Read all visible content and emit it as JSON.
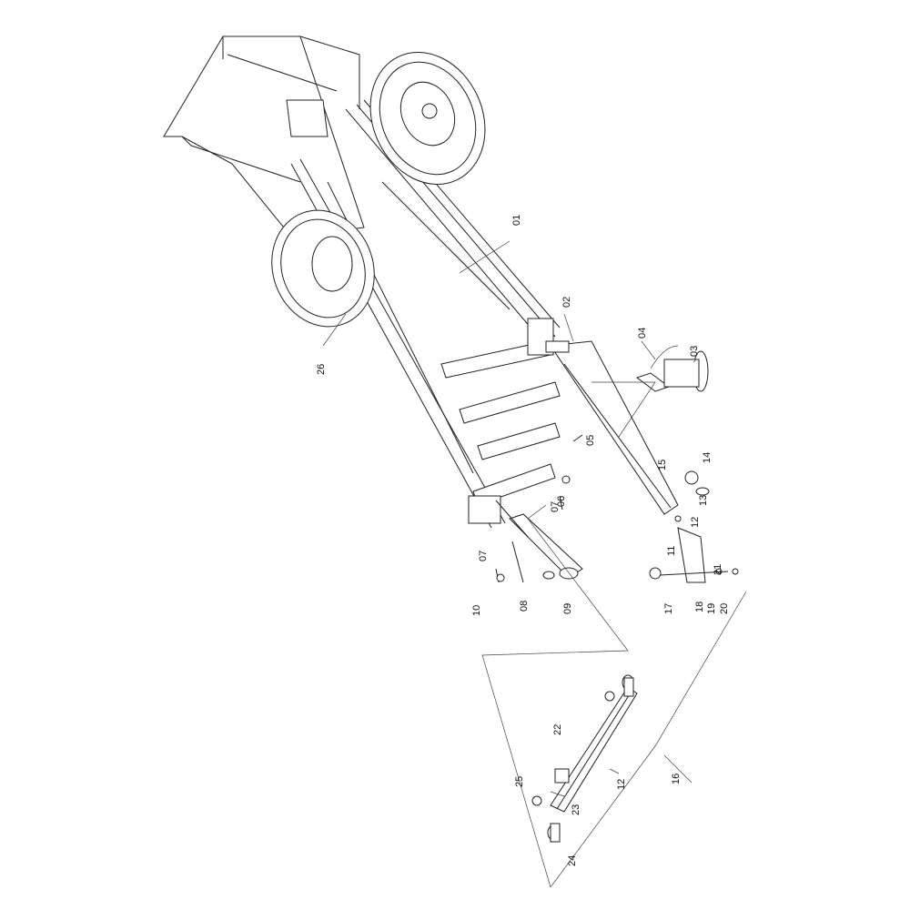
{
  "diagram": {
    "type": "exploded-parts-diagram",
    "callouts": [
      {
        "id": "01",
        "label": "01"
      },
      {
        "id": "02",
        "label": "02"
      },
      {
        "id": "03",
        "label": "03"
      },
      {
        "id": "04",
        "label": "04"
      },
      {
        "id": "05",
        "label": "05"
      },
      {
        "id": "06",
        "label": "06"
      },
      {
        "id": "07a",
        "label": "07"
      },
      {
        "id": "07b",
        "label": "07"
      },
      {
        "id": "08",
        "label": "08"
      },
      {
        "id": "09",
        "label": "09"
      },
      {
        "id": "10",
        "label": "10"
      },
      {
        "id": "11",
        "label": "11"
      },
      {
        "id": "12a",
        "label": "12"
      },
      {
        "id": "12b",
        "label": "12"
      },
      {
        "id": "13",
        "label": "13"
      },
      {
        "id": "14",
        "label": "14"
      },
      {
        "id": "15",
        "label": "15"
      },
      {
        "id": "16",
        "label": "16"
      },
      {
        "id": "17",
        "label": "17"
      },
      {
        "id": "18",
        "label": "18"
      },
      {
        "id": "19",
        "label": "19"
      },
      {
        "id": "20",
        "label": "20"
      },
      {
        "id": "21",
        "label": "21"
      },
      {
        "id": "22",
        "label": "22"
      },
      {
        "id": "23",
        "label": "23"
      },
      {
        "id": "24",
        "label": "24"
      },
      {
        "id": "25",
        "label": "25"
      },
      {
        "id": "26",
        "label": "26"
      }
    ]
  }
}
